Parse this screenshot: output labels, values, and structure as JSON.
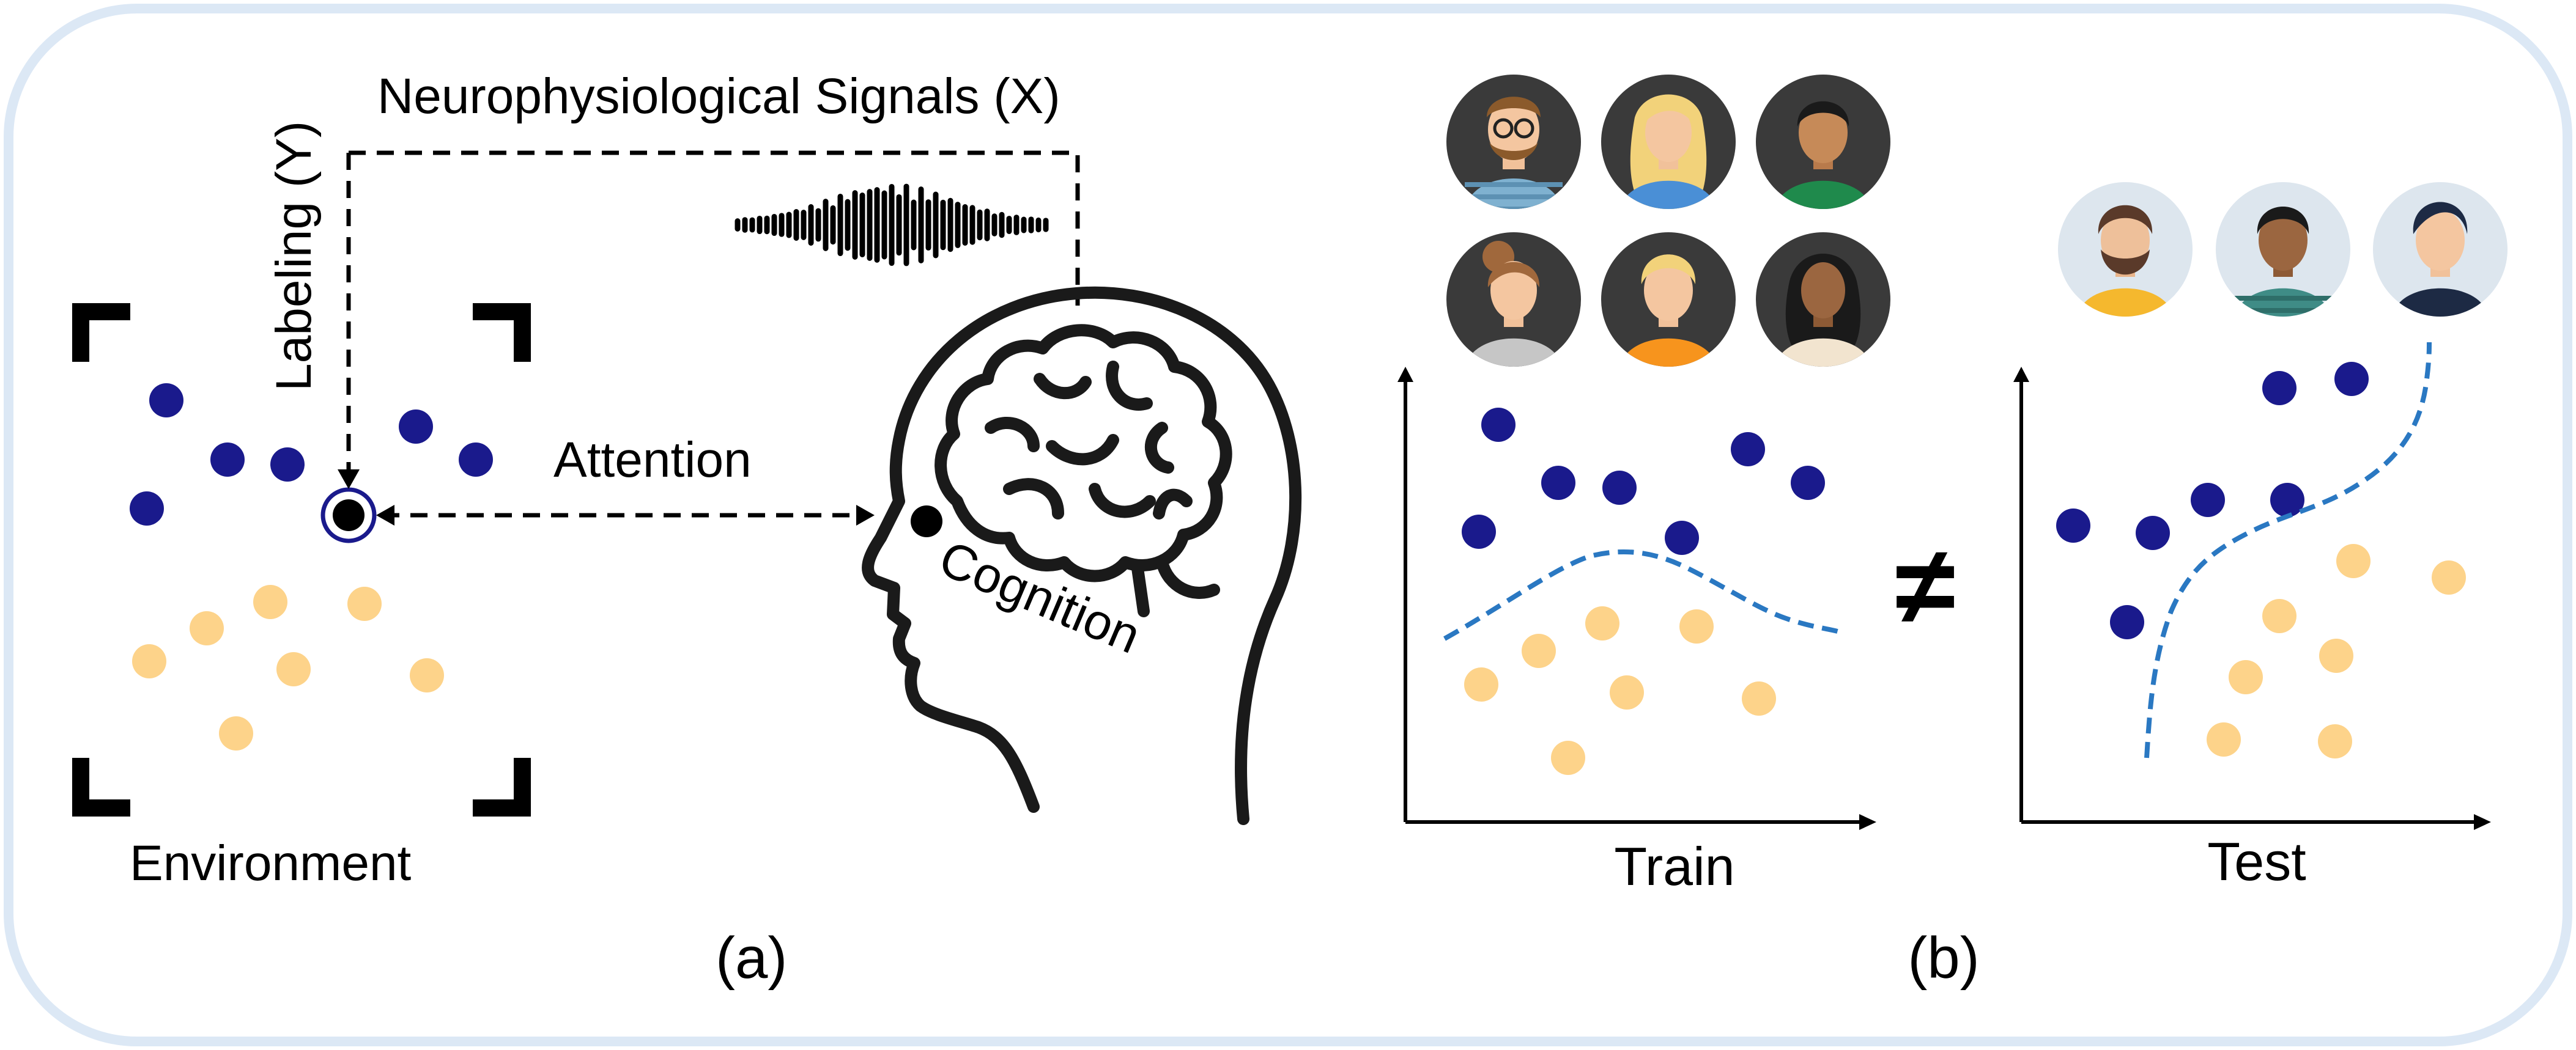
{
  "labels": {
    "signals": "Neurophysiological Signals (X)",
    "labeling": "Labeling (Y)",
    "attention": "Attention",
    "cognition": "Cognition",
    "environment": "Environment",
    "panel_a": "(a)",
    "panel_b": "(b)",
    "train": "Train",
    "test": "Test",
    "not_equal": "≠"
  },
  "colors": {
    "frame": "#dce8f5",
    "dark_dot": "#1a1a8c",
    "light_dot": "#fdd38a",
    "boundary": "#2a78c2",
    "avatar_bg_dark": "#3a3a3a",
    "avatar_bg_light": "#dde6ee"
  },
  "icons": {
    "train_subjects": [
      "avatar-glasses-icon",
      "avatar-blonde-woman-icon",
      "avatar-dark-man-icon",
      "avatar-bun-woman-icon",
      "avatar-blond-man-icon",
      "avatar-curly-woman-icon"
    ],
    "test_subjects": [
      "avatar-bearded-man-icon",
      "avatar-dark-man-icon",
      "avatar-young-man-icon"
    ],
    "environment": "viewfinder-icon",
    "brain": "brain-head-icon",
    "waveform": "signal-waveform-icon"
  }
}
